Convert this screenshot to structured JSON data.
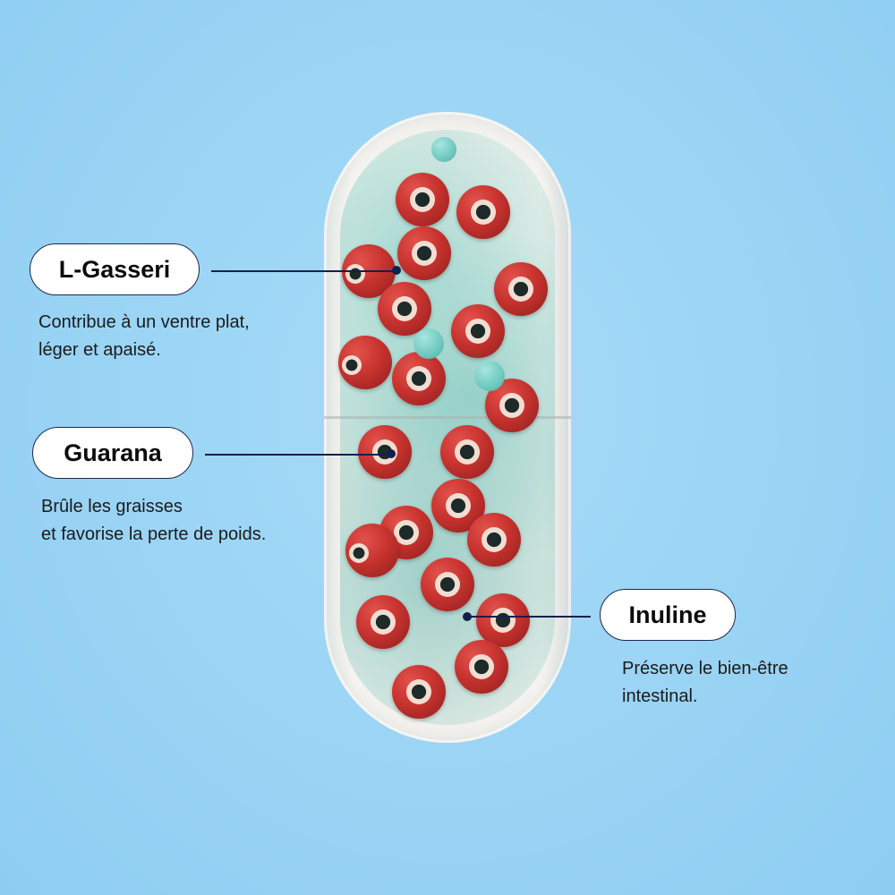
{
  "colors": {
    "background": "#9dd6f5",
    "label_border": "#1c2a4a",
    "connector": "#14204a",
    "capsule_ball_red": "#c8332f",
    "glitter_teal": "#6fc9bf"
  },
  "callouts": [
    {
      "name": "L-Gasseri",
      "description": "Contribue à un ventre plat,\nléger et apaisé."
    },
    {
      "name": "Guarana",
      "description": "Brûle les graisses\net favorise la perte de poids."
    },
    {
      "name": "Inuline",
      "description": "Préserve le bien-être\nintestinal."
    }
  ],
  "image": {
    "subject": "capsule-with-probiotic-spheres-icon"
  }
}
